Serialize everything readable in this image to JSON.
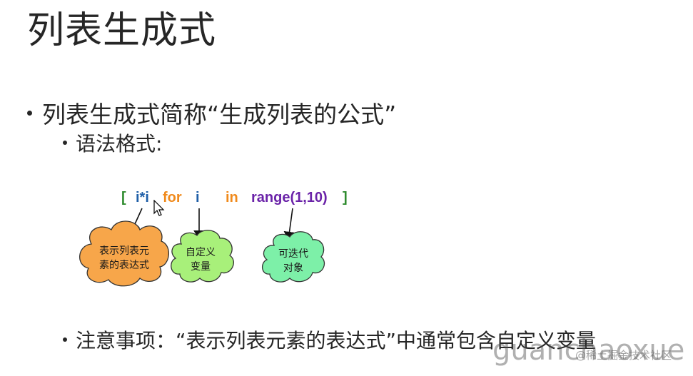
{
  "slide": {
    "title": "列表生成式",
    "bullets": [
      "列表生成式简称“生成列表的公式”",
      "语法格式:",
      "注意事项：“表示列表元素的表达式”中通常包含自定义变量"
    ]
  },
  "syntax": {
    "open_bracket": "[",
    "expression": "i*i",
    "for_kw": "for",
    "variable": "i",
    "in_kw": "in",
    "iterable": "range(1,10)",
    "close_bracket": "]"
  },
  "callouts": {
    "expression_label_line1": "表示列表元",
    "expression_label_line2": "素的表达式",
    "variable_label_line1": "自定义",
    "variable_label_line2": "变量",
    "iterable_label_line1": "可迭代",
    "iterable_label_line2": "对象"
  },
  "colors": {
    "bracket": "#2e8b2e",
    "expression": "#1f5fa8",
    "keyword": "#f08a1c",
    "iterable": "#6a22a8",
    "cloud_orange": "#f7a64a",
    "cloud_green": "#a8f07a",
    "cloud_teal": "#7df0a8"
  },
  "watermark": {
    "main": "guanchaoxue",
    "sub": "@稀土掘金技术社区"
  }
}
